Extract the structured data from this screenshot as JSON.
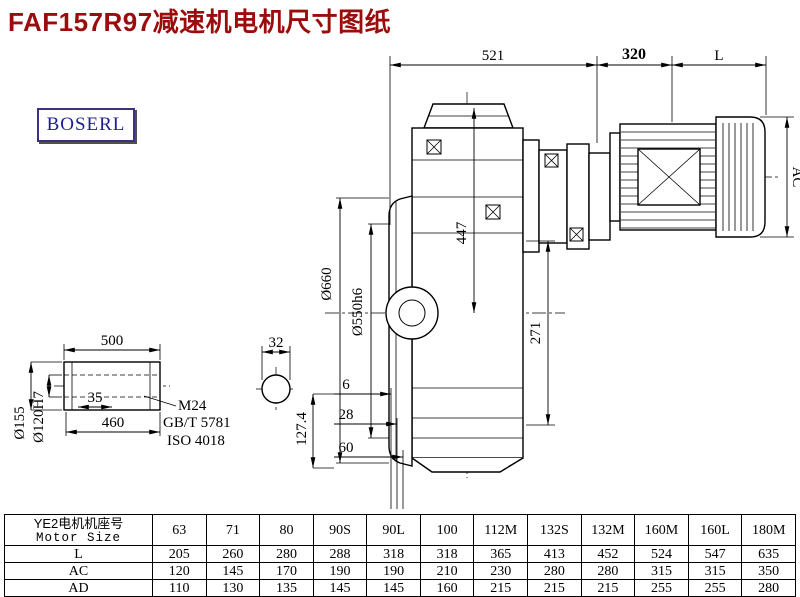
{
  "page": {
    "title": "FAF157R97减速机电机尺寸图纸",
    "logo": "BOSERL"
  },
  "dims": {
    "d521": "521",
    "d320": "320",
    "dL": "L",
    "dAC": "AC",
    "d447": "447",
    "d271": "271",
    "d660": "Ø660",
    "d550": "Ø550h6",
    "d6": "6",
    "d28": "28",
    "d60": "60",
    "d127": "127.4",
    "d500": "500",
    "d35": "35",
    "d460": "460",
    "m24": "M24",
    "gbt": "GB/T 5781",
    "iso": "ISO 4018",
    "d155": "Ø155",
    "d120": "Ø120H7",
    "d32": "32"
  },
  "table": {
    "header_line1": "YE2电机机座号",
    "header_line2": "Motor Size",
    "columns": [
      "63",
      "71",
      "80",
      "90S",
      "90L",
      "100",
      "112M",
      "132S",
      "132M",
      "160M",
      "160L",
      "180M"
    ],
    "rows": [
      {
        "label": "L",
        "values": [
          "205",
          "260",
          "280",
          "288",
          "318",
          "318",
          "365",
          "413",
          "452",
          "524",
          "547",
          "635"
        ]
      },
      {
        "label": "AC",
        "values": [
          "120",
          "145",
          "170",
          "190",
          "190",
          "210",
          "230",
          "280",
          "280",
          "315",
          "315",
          "350"
        ]
      },
      {
        "label": "AD",
        "values": [
          "110",
          "130",
          "135",
          "145",
          "145",
          "160",
          "215",
          "215",
          "215",
          "255",
          "255",
          "280"
        ]
      }
    ]
  }
}
